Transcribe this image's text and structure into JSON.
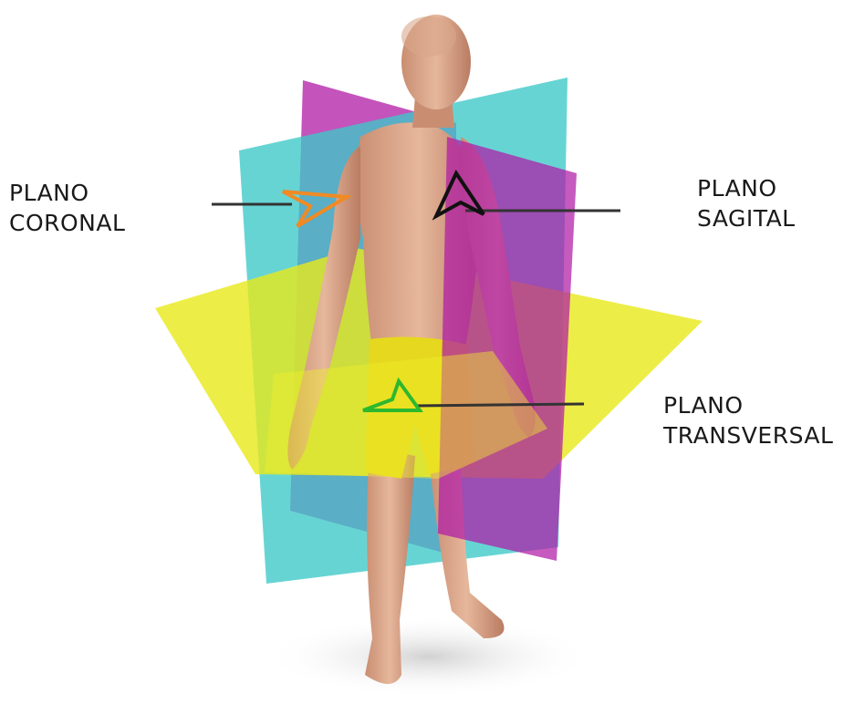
{
  "labels": {
    "coronal": {
      "line1": "PLANO",
      "line2": "CORONAL"
    },
    "sagittal": {
      "line1": "PLANO",
      "line2": "SAGITAL"
    },
    "transversal": {
      "line1": "PLANO",
      "line2": "TRANSVERSAL"
    }
  },
  "colors": {
    "coronal_plane": "#3cc8c8",
    "sagittal_plane": "#b01aa6",
    "transversal_plane": "#e8e81a",
    "coronal_arrow": "#f08a24",
    "sagittal_arrow": "#111111",
    "transversal_arrow": "#2db82d",
    "skin": "#d9a78a",
    "shorts": "#e6d81e",
    "leader_line": "#333333"
  },
  "icons": [
    "human-figure",
    "coronal-plane",
    "sagittal-plane",
    "transversal-plane",
    "arrow-head"
  ]
}
